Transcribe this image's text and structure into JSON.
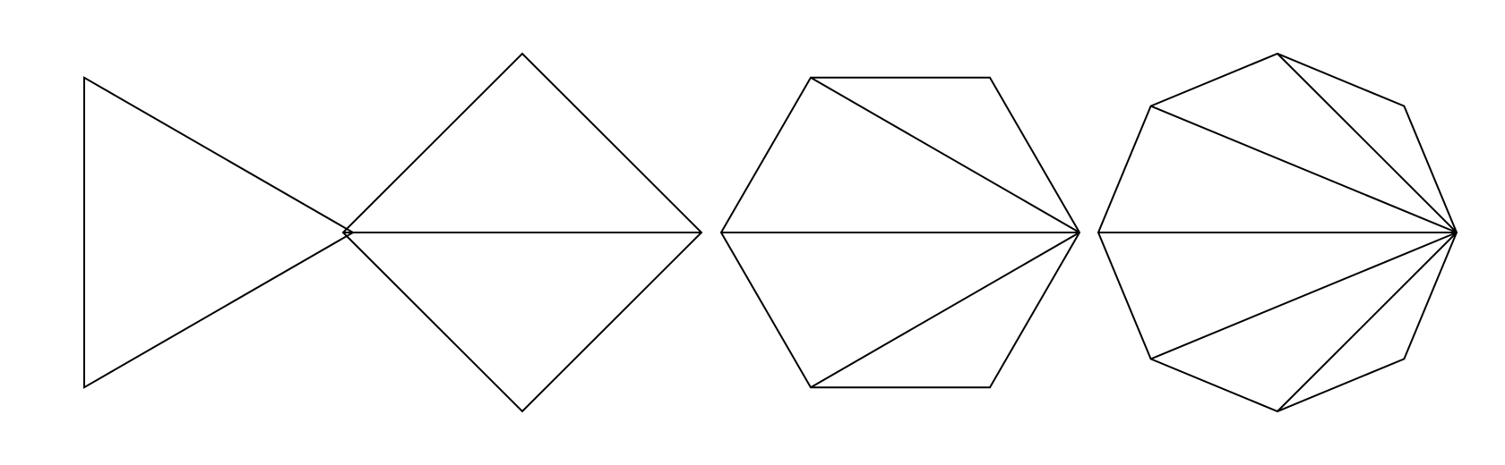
{
  "figure": {
    "description_type": "polygon-triangulation",
    "stroke_color": "#000000",
    "background_color": "#ffffff",
    "polygons": [
      {
        "id": "triangle",
        "sides": 3,
        "fan_from_vertex": 0
      },
      {
        "id": "square",
        "sides": 4,
        "fan_from_vertex": 0
      },
      {
        "id": "hexagon",
        "sides": 6,
        "fan_from_vertex": 0
      },
      {
        "id": "octagon",
        "sides": 8,
        "fan_from_vertex": 0
      }
    ]
  }
}
